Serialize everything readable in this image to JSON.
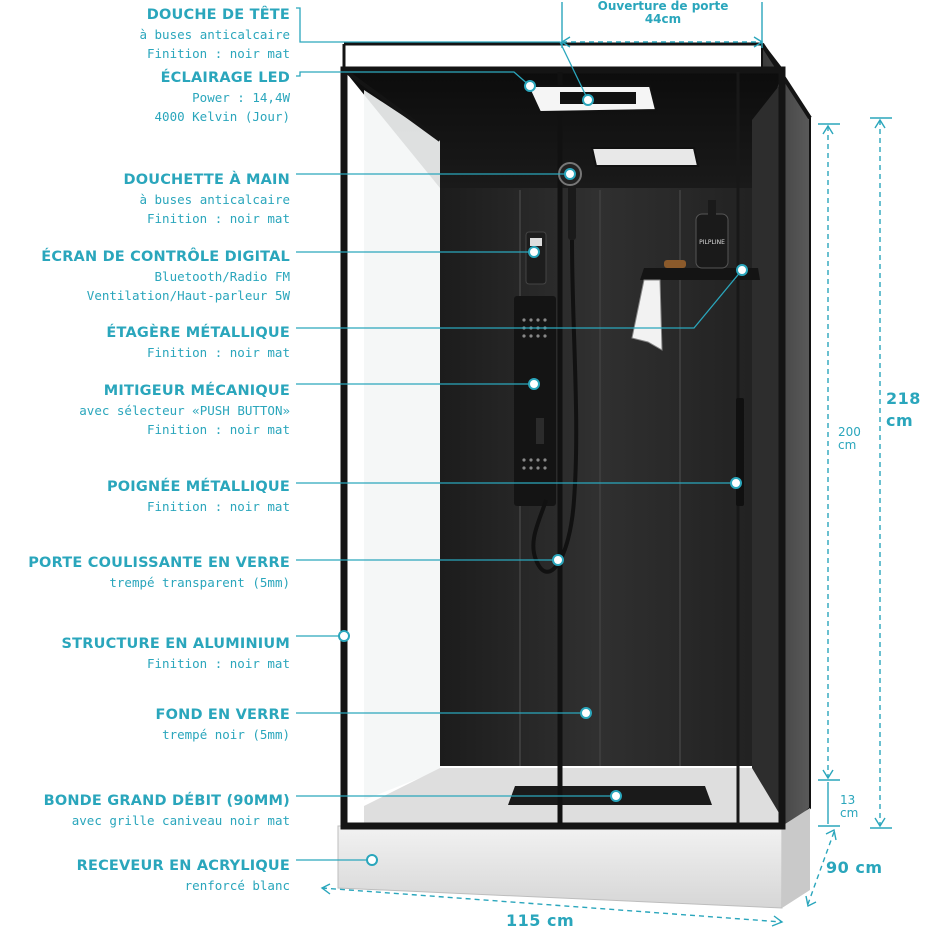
{
  "labels": [
    {
      "title": "DOUCHE DE TÊTE",
      "lines": [
        "à buses anticalcaire",
        "Finition : noir mat"
      ]
    },
    {
      "title": "ÉCLAIRAGE LED",
      "lines": [
        "Power : 14,4W",
        "4000 Kelvin (Jour)"
      ]
    },
    {
      "title": "DOUCHETTE À MAIN",
      "lines": [
        "à buses anticalcaire",
        "Finition : noir mat"
      ]
    },
    {
      "title": "ÉCRAN DE CONTRÔLE DIGITAL",
      "lines": [
        "Bluetooth/Radio FM",
        "Ventilation/Haut-parleur 5W"
      ]
    },
    {
      "title": "ÉTAGÈRE MÉTALLIQUE",
      "lines": [
        "Finition : noir mat"
      ]
    },
    {
      "title": "MITIGEUR MÉCANIQUE",
      "lines": [
        "avec sélecteur «PUSH BUTTON»",
        "Finition : noir mat"
      ]
    },
    {
      "title": "POIGNÉE MÉTALLIQUE",
      "lines": [
        "Finition : noir mat"
      ]
    },
    {
      "title": "PORTE COULISSANTE EN VERRE",
      "lines": [
        "trempé transparent (5mm)"
      ]
    },
    {
      "title": "STRUCTURE EN ALUMINIUM",
      "lines": [
        "Finition : noir mat"
      ]
    },
    {
      "title": "FOND EN VERRE",
      "lines": [
        "trempé noir (5mm)"
      ]
    },
    {
      "title": "BONDE GRAND DÉBIT (90MM)",
      "lines": [
        "avec grille caniveau noir mat"
      ]
    },
    {
      "title": "RECEVEUR EN ACRYLIQUE",
      "lines": [
        "renforcé blanc"
      ]
    }
  ],
  "dimensions": {
    "door_opening_label": "Ouverture de porte",
    "door_opening_value": "44cm",
    "glass_height_value": "200",
    "glass_height_unit": "cm",
    "tray_height_value": "13",
    "tray_height_unit": "cm",
    "total_height_value": "218",
    "total_height_unit": "cm",
    "depth": "90 cm",
    "width": "115 cm"
  },
  "product": {
    "bottle_label": "PILPLINE"
  },
  "colors": {
    "accent": "#2aa6bc",
    "frame": "#141414",
    "back_glass": "#2b2b2b",
    "tray": "#e6e6e6"
  }
}
